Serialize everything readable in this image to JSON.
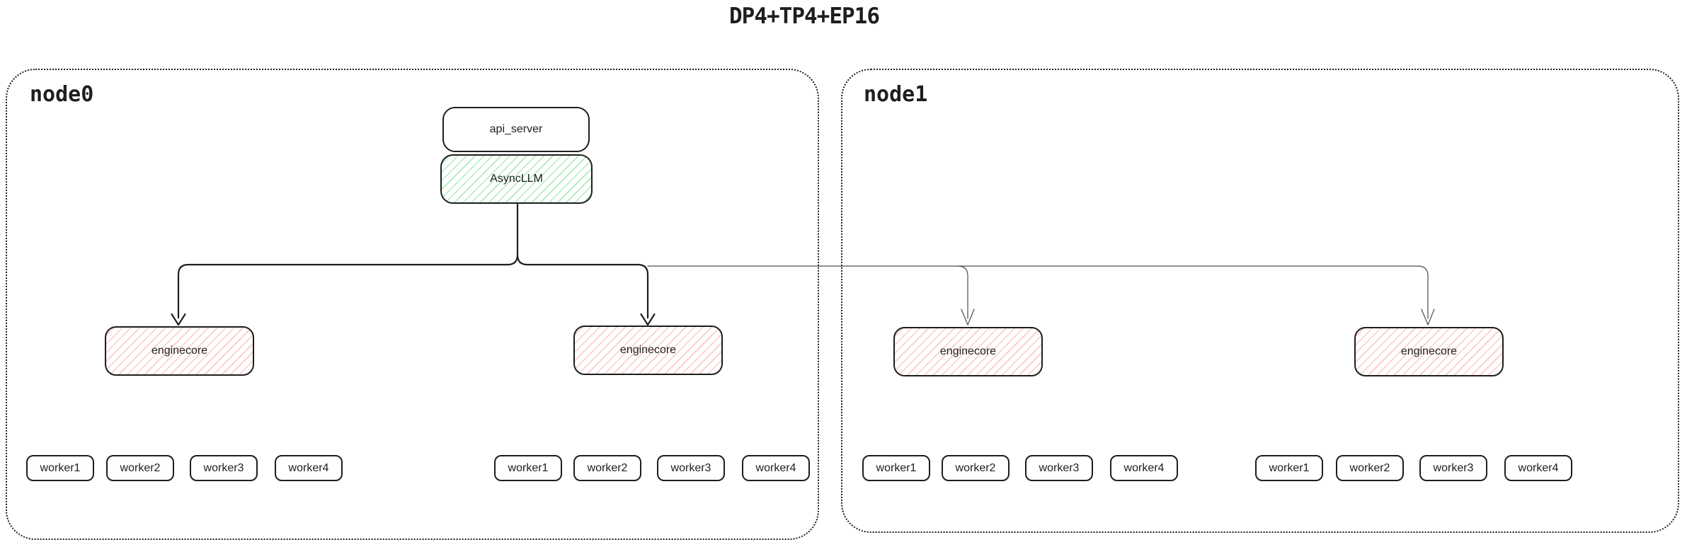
{
  "title": "DP4+TP4+EP16",
  "stack": {
    "api_server_label": "api_server",
    "async_llm_label": "AsyncLLM"
  },
  "nodes": [
    {
      "label": "node0",
      "groups": [
        {
          "enginecore_label": "enginecore",
          "workers": [
            "worker1",
            "worker2",
            "worker3",
            "worker4"
          ]
        },
        {
          "enginecore_label": "enginecore",
          "workers": [
            "worker1",
            "worker2",
            "worker3",
            "worker4"
          ]
        }
      ]
    },
    {
      "label": "node1",
      "groups": [
        {
          "enginecore_label": "enginecore",
          "workers": [
            "worker1",
            "worker2",
            "worker3",
            "worker4"
          ]
        },
        {
          "enginecore_label": "enginecore",
          "workers": [
            "worker1",
            "worker2",
            "worker3",
            "worker4"
          ]
        }
      ]
    }
  ],
  "colors": {
    "stroke": "#1e1e1e",
    "thin_line": "#4d4d4d",
    "green_hatch": "#69db7c",
    "red_hatch": "#ff8787",
    "background": "#ffffff"
  }
}
